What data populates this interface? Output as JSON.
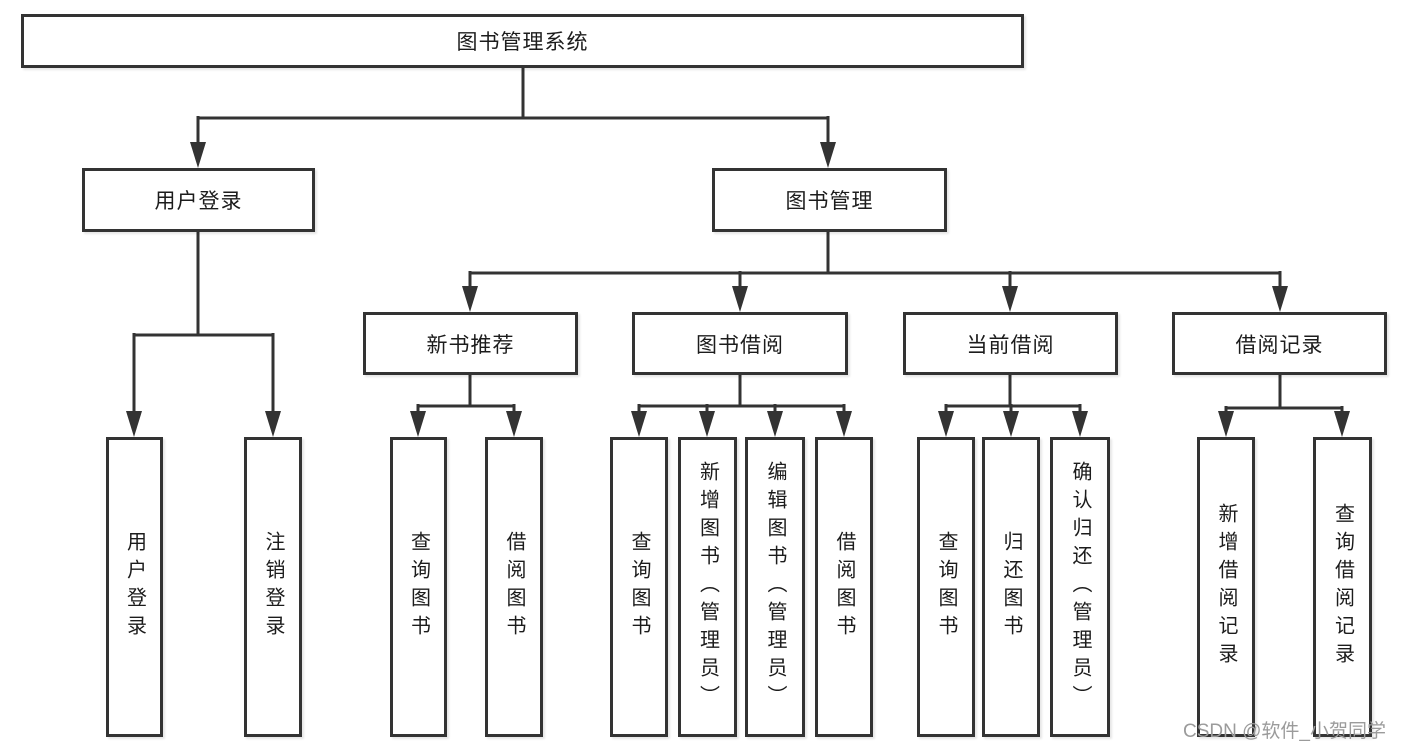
{
  "colors": {
    "line": "#333333",
    "text": "#1c1c1c",
    "box-bg": "#ffffff",
    "watermark": "#9b9b9b",
    "bg": "#ffffff"
  },
  "watermark": {
    "text": "CSDN @软件_小贺同学"
  },
  "nodes": {
    "root": "图书管理系统",
    "user_login": "用户登录",
    "book_mgmt": "图书管理",
    "new_book_rec": "新书推荐",
    "book_borrow": "图书借阅",
    "current_borrow": "当前借阅",
    "borrow_records": "借阅记录",
    "leaf_user_login": "用户登录",
    "leaf_logout": "注销登录",
    "leaf_nbr_query": "查询图书",
    "leaf_nbr_borrow": "借阅图书",
    "leaf_bb_query": "查询图书",
    "leaf_bb_add": "新增图书（管理员）",
    "leaf_bb_edit": "编辑图书（管理员）",
    "leaf_bb_borrow": "借阅图书",
    "leaf_cb_query": "查询图书",
    "leaf_cb_return": "归还图书",
    "leaf_cb_confirm": "确认归还（管理员）",
    "leaf_br_add": "新增借阅记录",
    "leaf_br_query": "查询借阅记录"
  },
  "hierarchy": {
    "图书管理系统": {
      "用户登录": [
        "用户登录",
        "注销登录"
      ],
      "图书管理": {
        "新书推荐": [
          "查询图书",
          "借阅图书"
        ],
        "图书借阅": [
          "查询图书",
          "新增图书（管理员）",
          "编辑图书（管理员）",
          "借阅图书"
        ],
        "当前借阅": [
          "查询图书",
          "归还图书",
          "确认归还（管理员）"
        ],
        "借阅记录": [
          "新增借阅记录",
          "查询借阅记录"
        ]
      }
    }
  }
}
